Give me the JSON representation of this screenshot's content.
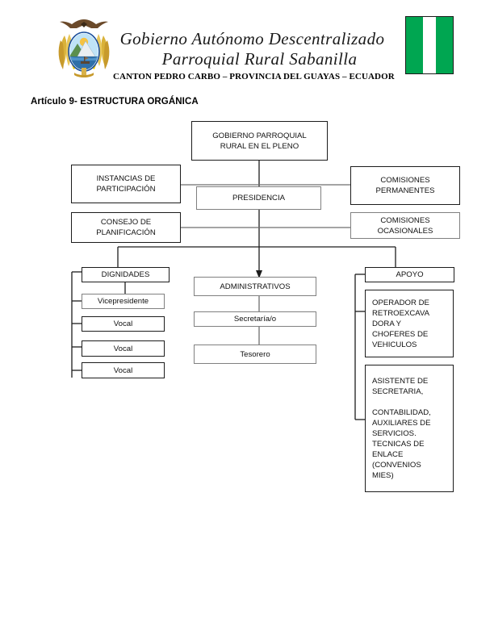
{
  "header": {
    "emblem_icon": "ecuador-coat-of-arms-icon",
    "flag_icon": "sabanilla-flag-icon",
    "flag_colors": {
      "green": "#00a651",
      "white": "#ffffff",
      "border": "#1a1a1a"
    },
    "title_line_1": "Gobierno Autónomo Descentralizado",
    "title_line_2": "Parroquial Rural Sabanilla",
    "subtitle": "CANTON PEDRO CARBO – PROVINCIA DEL GUAYAS – ECUADOR"
  },
  "section": {
    "heading": "Artículo 9- ESTRUCTURA ORGÁNICA"
  },
  "chart_data": {
    "type": "diagram",
    "title": "Artículo 9- ESTRUCTURA ORGÁNICA",
    "nodes": [
      {
        "id": "pleno",
        "label": "GOBIERNO PARROQUIAL\nRURAL EN EL PLENO"
      },
      {
        "id": "instancias",
        "label": "INSTANCIAS DE\nPARTICIPACIÓN"
      },
      {
        "id": "comisiones_perm",
        "label": "COMISIONES\nPERMANENTES"
      },
      {
        "id": "presidencia",
        "label": "PRESIDENCIA"
      },
      {
        "id": "consejo",
        "label": "CONSEJO DE\nPLANIFICACIÓN"
      },
      {
        "id": "comisiones_ocas",
        "label": "COMISIONES\nOCASIONALES"
      },
      {
        "id": "dignidades",
        "label": "DIGNIDADES"
      },
      {
        "id": "vicepresidente",
        "label": "Vicepresidente"
      },
      {
        "id": "vocal_1",
        "label": "Vocal"
      },
      {
        "id": "vocal_2",
        "label": "Vocal"
      },
      {
        "id": "vocal_3",
        "label": "Vocal"
      },
      {
        "id": "administrativos",
        "label": "ADMINISTRATIVOS"
      },
      {
        "id": "secretaria",
        "label": "Secretaría/o"
      },
      {
        "id": "tesorero",
        "label": "Tesorero"
      },
      {
        "id": "apoyo",
        "label": "APOYO"
      },
      {
        "id": "operador",
        "label": "OPERADOR DE\nRETROEXCAVA\nDORA Y\nCHOFERES DE\nVEHICULOS"
      },
      {
        "id": "asistente",
        "label": "ASISTENTE DE\nSECRETARIA,\n\nCONTABILIDAD,\nAUXILIARES DE\nSERVICIOS.\nTECNICAS DE\nENLACE\n(CONVENIOS\nMIES)"
      }
    ],
    "edges": [
      {
        "from": "pleno",
        "to": "presidencia"
      },
      {
        "from": "instancias",
        "to": "presidencia"
      },
      {
        "from": "comisiones_perm",
        "to": "presidencia"
      },
      {
        "from": "consejo",
        "to": "presidencia"
      },
      {
        "from": "comisiones_ocas",
        "to": "presidencia"
      },
      {
        "from": "presidencia",
        "to": "dignidades"
      },
      {
        "from": "presidencia",
        "to": "administrativos"
      },
      {
        "from": "presidencia",
        "to": "apoyo"
      },
      {
        "from": "dignidades",
        "to": "vicepresidente"
      },
      {
        "from": "dignidades",
        "to": "vocal_1"
      },
      {
        "from": "dignidades",
        "to": "vocal_2"
      },
      {
        "from": "dignidades",
        "to": "vocal_3"
      },
      {
        "from": "administrativos",
        "to": "secretaria"
      },
      {
        "from": "secretaria",
        "to": "tesorero"
      },
      {
        "from": "apoyo",
        "to": "operador"
      },
      {
        "from": "apoyo",
        "to": "asistente"
      }
    ]
  }
}
